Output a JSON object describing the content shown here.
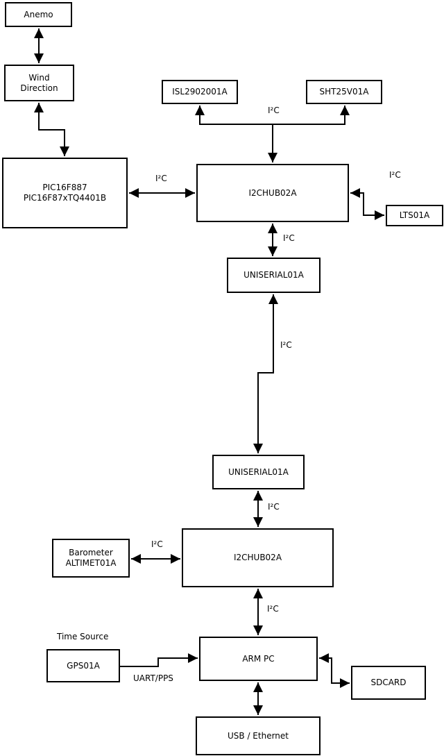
{
  "diagram": {
    "title": "weather-station-block-diagram",
    "colors": {
      "background": "#ffffff",
      "stroke": "#000000",
      "text": "#000000"
    },
    "nodes": {
      "anemo": {
        "label": "Anemo"
      },
      "wind": {
        "line1": "Wind",
        "line2": "Direction"
      },
      "pic": {
        "line1": "PIC16F887",
        "line2": "PIC16F87xTQ4401B"
      },
      "isl": {
        "label": "ISL2902001A"
      },
      "sht": {
        "label": "SHT25V01A"
      },
      "hub1": {
        "label": "I2CHUB02A"
      },
      "lts": {
        "label": "LTS01A"
      },
      "uni1": {
        "label": "UNISERIAL01A"
      },
      "uni2": {
        "label": "UNISERIAL01A"
      },
      "hub2": {
        "label": "I2CHUB02A"
      },
      "baro": {
        "line1": "Barometer",
        "line2": "ALTIMET01A"
      },
      "gps": {
        "label": "GPS01A"
      },
      "armpc": {
        "label": "ARM PC"
      },
      "sdcard": {
        "label": "SDCARD"
      },
      "usb": {
        "label": "USB / Ethernet"
      }
    },
    "edge_labels": {
      "i2c_pic_hub1": "I²C",
      "i2c_bus_top": "I²C",
      "i2c_lts": "I²C",
      "i2c_hub1_uni1": "I²C",
      "i2c_long": "I²C",
      "i2c_uni2_hub2": "I²C",
      "i2c_baro": "I²C",
      "i2c_hub2_arm": "I²C",
      "time_source": "Time Source",
      "uart_pps": "UART/PPS"
    },
    "edges": [
      {
        "from": "anemo",
        "to": "wind",
        "label": "",
        "bidirectional": true
      },
      {
        "from": "wind",
        "to": "pic",
        "label": "",
        "bidirectional": true
      },
      {
        "from": "pic",
        "to": "hub1",
        "label": "I²C",
        "bidirectional": true
      },
      {
        "from": "hub1",
        "to": "isl",
        "label": "I²C",
        "bidirectional": false
      },
      {
        "from": "hub1",
        "to": "sht",
        "label": "I²C",
        "bidirectional": false
      },
      {
        "from": "hub1",
        "to": "lts",
        "label": "I²C",
        "bidirectional": true
      },
      {
        "from": "hub1",
        "to": "uni1",
        "label": "I²C",
        "bidirectional": true
      },
      {
        "from": "uni1",
        "to": "uni2",
        "label": "I²C",
        "bidirectional": true
      },
      {
        "from": "uni2",
        "to": "hub2",
        "label": "I²C",
        "bidirectional": true
      },
      {
        "from": "baro",
        "to": "hub2",
        "label": "I²C",
        "bidirectional": true
      },
      {
        "from": "hub2",
        "to": "armpc",
        "label": "I²C",
        "bidirectional": true
      },
      {
        "from": "gps",
        "to": "armpc",
        "label": "UART/PPS",
        "bidirectional": false
      },
      {
        "from": "armpc",
        "to": "sdcard",
        "label": "",
        "bidirectional": true
      },
      {
        "from": "armpc",
        "to": "usb",
        "label": "",
        "bidirectional": true
      }
    ]
  }
}
